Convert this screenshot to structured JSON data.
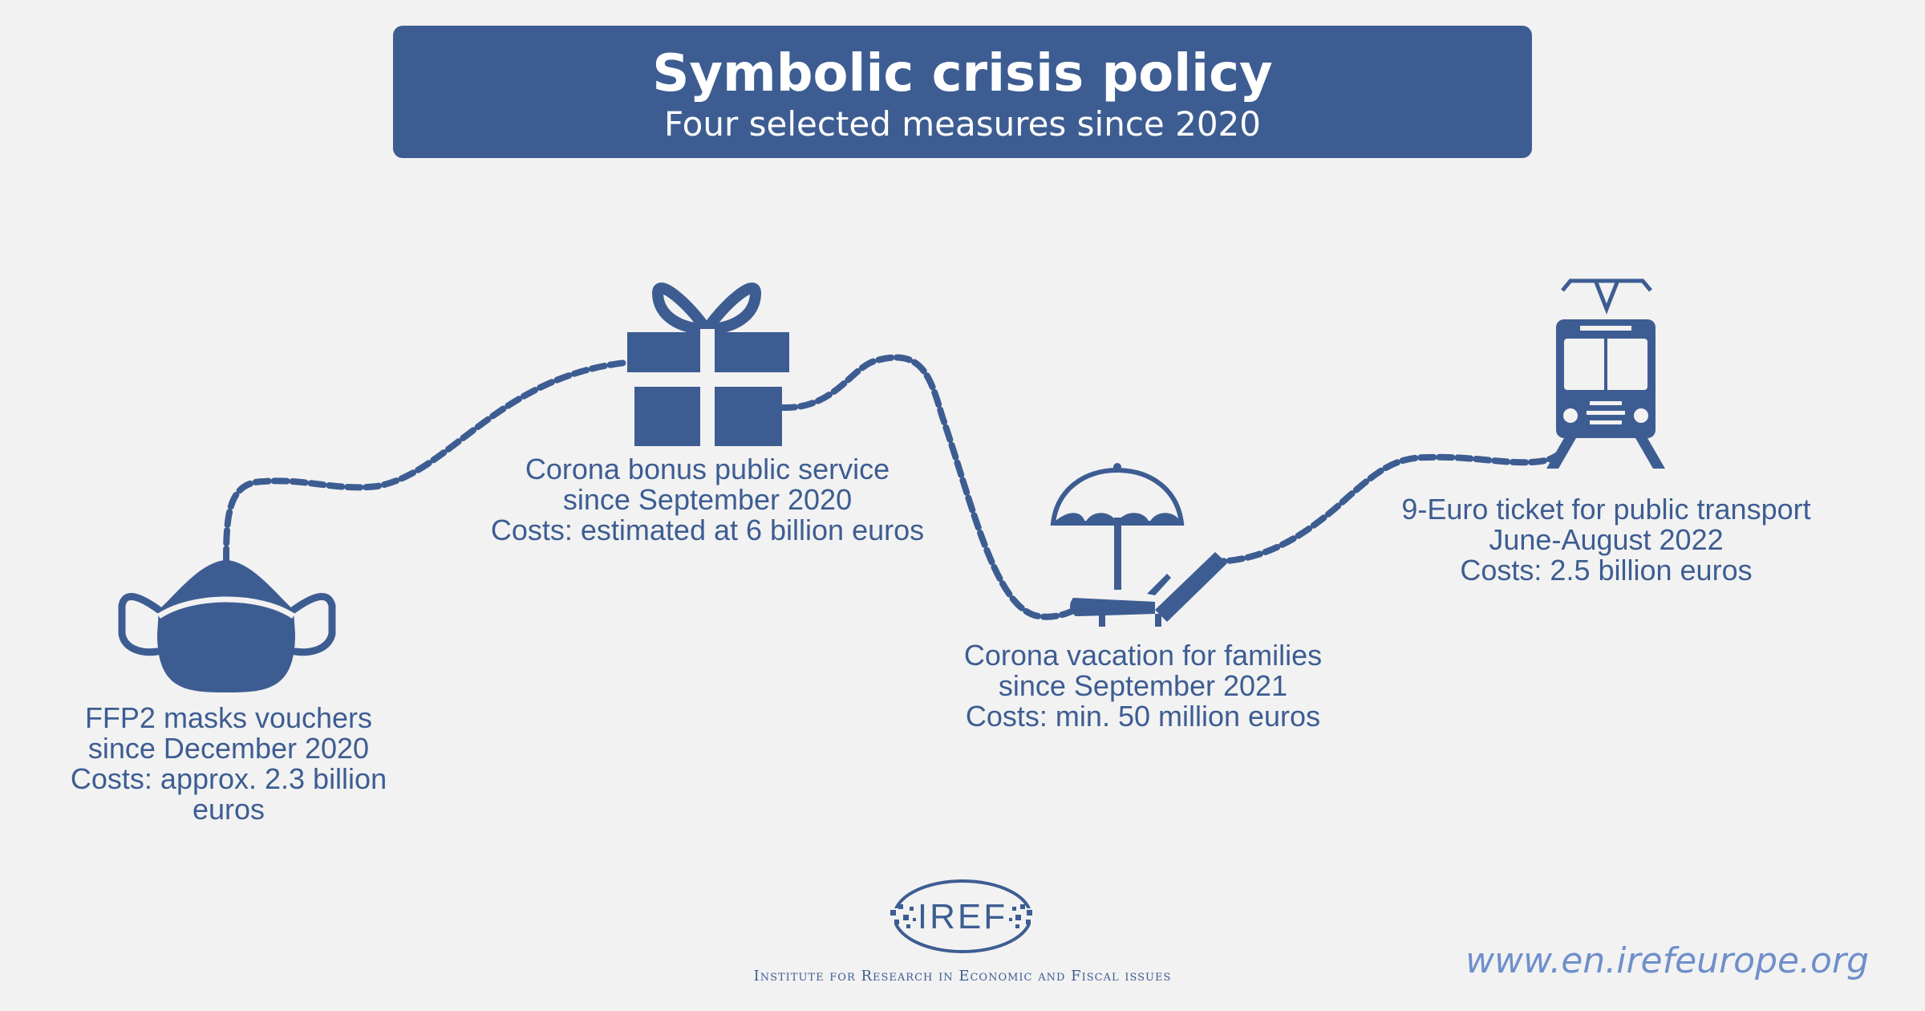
{
  "header": {
    "title": "Symbolic crisis policy",
    "subtitle": "Four selected measures since 2020"
  },
  "measures": [
    {
      "icon": "mask-icon",
      "name": "FFP2 masks vouchers",
      "period": "since December 2020",
      "costs": "Costs: approx. 2.3 billion euros"
    },
    {
      "icon": "gift-icon",
      "name": "Corona bonus public service",
      "period": "since September 2020",
      "costs": "Costs: estimated at 6 billion euros"
    },
    {
      "icon": "beach-umbrella-lounger-icon",
      "name": "Corona vacation for families",
      "period": "since September 2021",
      "costs": "Costs: min. 50 million euros"
    },
    {
      "icon": "train-icon",
      "name": "9-Euro ticket for public transport",
      "period": "June-August 2022",
      "costs": "Costs: 2.5 billion euros"
    }
  ],
  "footer": {
    "logo_text": "IREF",
    "institute": "Institute for Research in Economic and Fiscal issues",
    "url": "www.en.irefeurope.org"
  },
  "colors": {
    "primary": "#3d5d92",
    "background": "#f2f2f2",
    "url": "#6f8fcb"
  }
}
